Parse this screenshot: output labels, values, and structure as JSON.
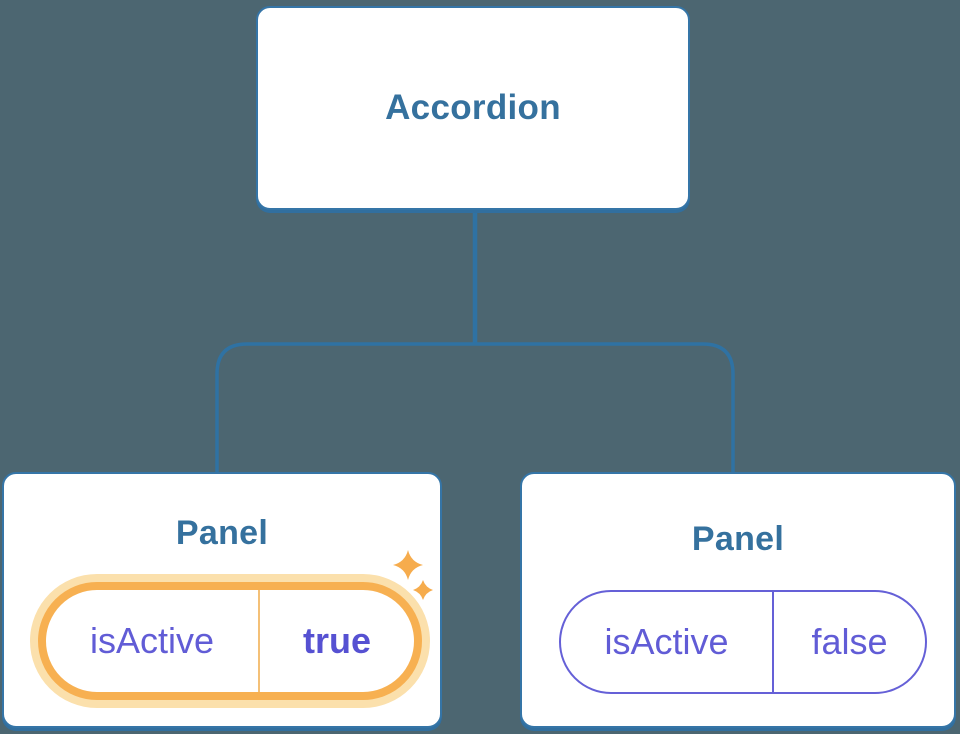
{
  "diagram": {
    "root_label": "Accordion",
    "panels": [
      {
        "title": "Panel",
        "prop": "isActive",
        "value": "true",
        "active": true,
        "badge_icon": "sparkles-icon"
      },
      {
        "title": "Panel",
        "prop": "isActive",
        "value": "false",
        "active": false
      }
    ]
  },
  "colors": {
    "background": "#4C6671",
    "node_border": "#3575A7",
    "node_title_text": "#35719E",
    "connector_line": "#2F72A3",
    "active_accent": "#F7B051",
    "active_glow": "#FBE0AC",
    "active_divider": "#F4C077",
    "state_text": "#615CD6",
    "state_value_bold": "#5651D2",
    "sparkle": "#F6AC4D"
  }
}
